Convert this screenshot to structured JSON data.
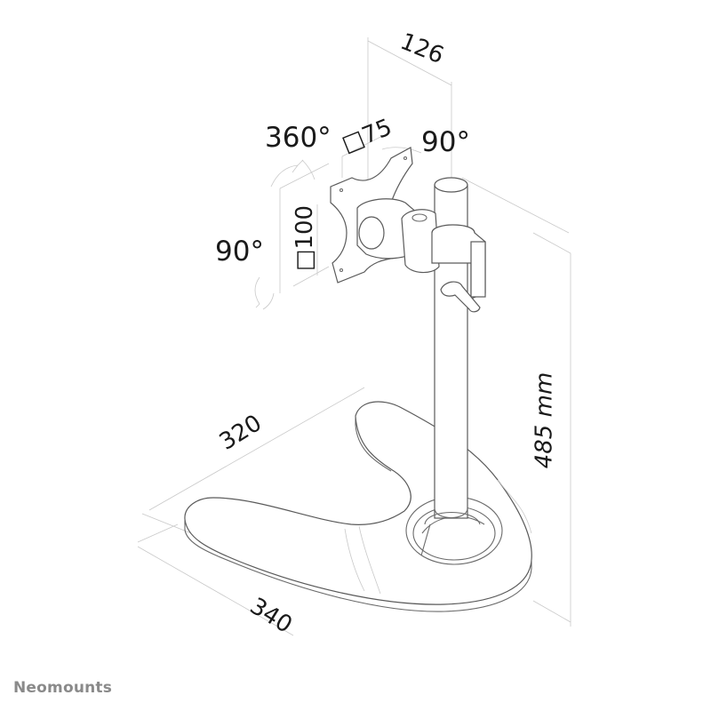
{
  "diagram": {
    "subject": "Single monitor desk stand with tilt/swivel/rotate VESA mount",
    "dimensions": {
      "arm_depth": "126",
      "rotation": "360°",
      "tilt": "90°",
      "swivel": "90°",
      "vesa_small": "□75",
      "vesa_large": "□100",
      "base_depth": "320",
      "base_width": "340",
      "pole_height": "485 mm"
    },
    "components": [
      "vesa-plate",
      "tilt-head",
      "pole-clamp",
      "clamp-lever",
      "pole",
      "u-shaped-base"
    ]
  },
  "brand": {
    "name": "Neomounts",
    "color": "#8a8a8a"
  },
  "colors": {
    "line": "#5a5a5a",
    "dimension_line": "#c9c9c9",
    "text": "#1a1a1a",
    "background": "#ffffff"
  }
}
